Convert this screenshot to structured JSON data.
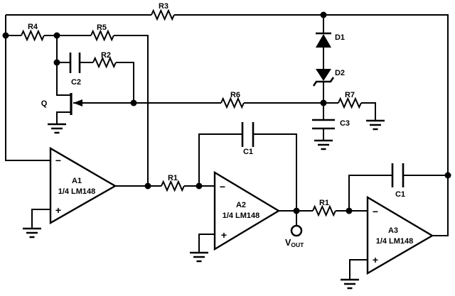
{
  "diagram": {
    "type": "analog circuit schematic",
    "colors": {
      "line": "#000000",
      "background": "#ffffff"
    }
  },
  "op_amps": [
    {
      "label": "A1",
      "part": "1/4 LM148",
      "minus": "−",
      "plus": "+"
    },
    {
      "label": "A2",
      "part": "1/4 LM148",
      "minus": "−",
      "plus": "+"
    },
    {
      "label": "A3",
      "part": "1/4 LM148",
      "minus": "−",
      "plus": "+"
    }
  ],
  "resistors": {
    "r1a": "R1",
    "r1b": "R1",
    "r2": "R2",
    "r3": "R3",
    "r4": "R4",
    "r5": "R5",
    "r6": "R6",
    "r7": "R7"
  },
  "capacitors": {
    "c1a": "C1",
    "c1b": "C1",
    "c2": "C2",
    "c3": "C3"
  },
  "diodes": {
    "d1": "D1",
    "d2": "D2"
  },
  "transistor": {
    "label": "Q"
  },
  "output": {
    "v": "V",
    "sub": "OUT"
  }
}
